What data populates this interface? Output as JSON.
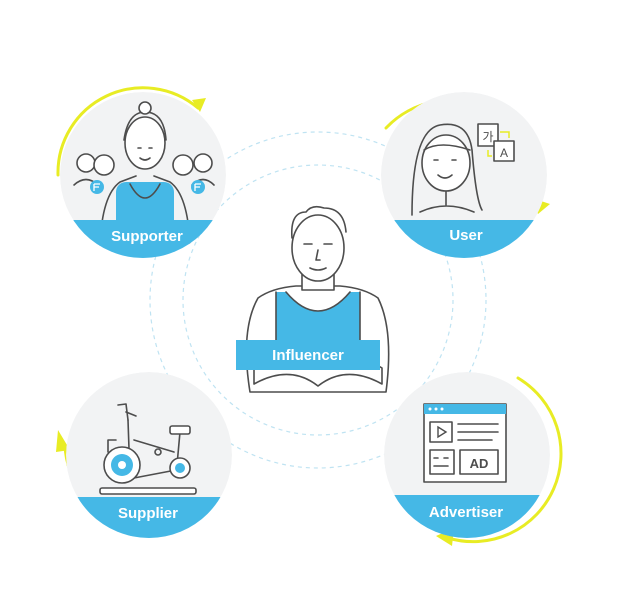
{
  "diagram": {
    "center": {
      "label": "Influencer"
    },
    "nodes": {
      "supporter": {
        "label": "Supporter"
      },
      "user": {
        "label": "User",
        "translate_icon_glyphs": [
          "가",
          "A"
        ]
      },
      "supplier": {
        "label": "Supplier"
      },
      "advertiser": {
        "label": "Advertiser",
        "ad_badge": "AD"
      }
    }
  },
  "colors": {
    "accent_blue": "#45b8e6",
    "arrow_yellow": "#e8ec24",
    "disc_gray": "#f2f3f4",
    "line_gray": "#4d4d4d",
    "dashed_ring": "#bfe3f2"
  }
}
